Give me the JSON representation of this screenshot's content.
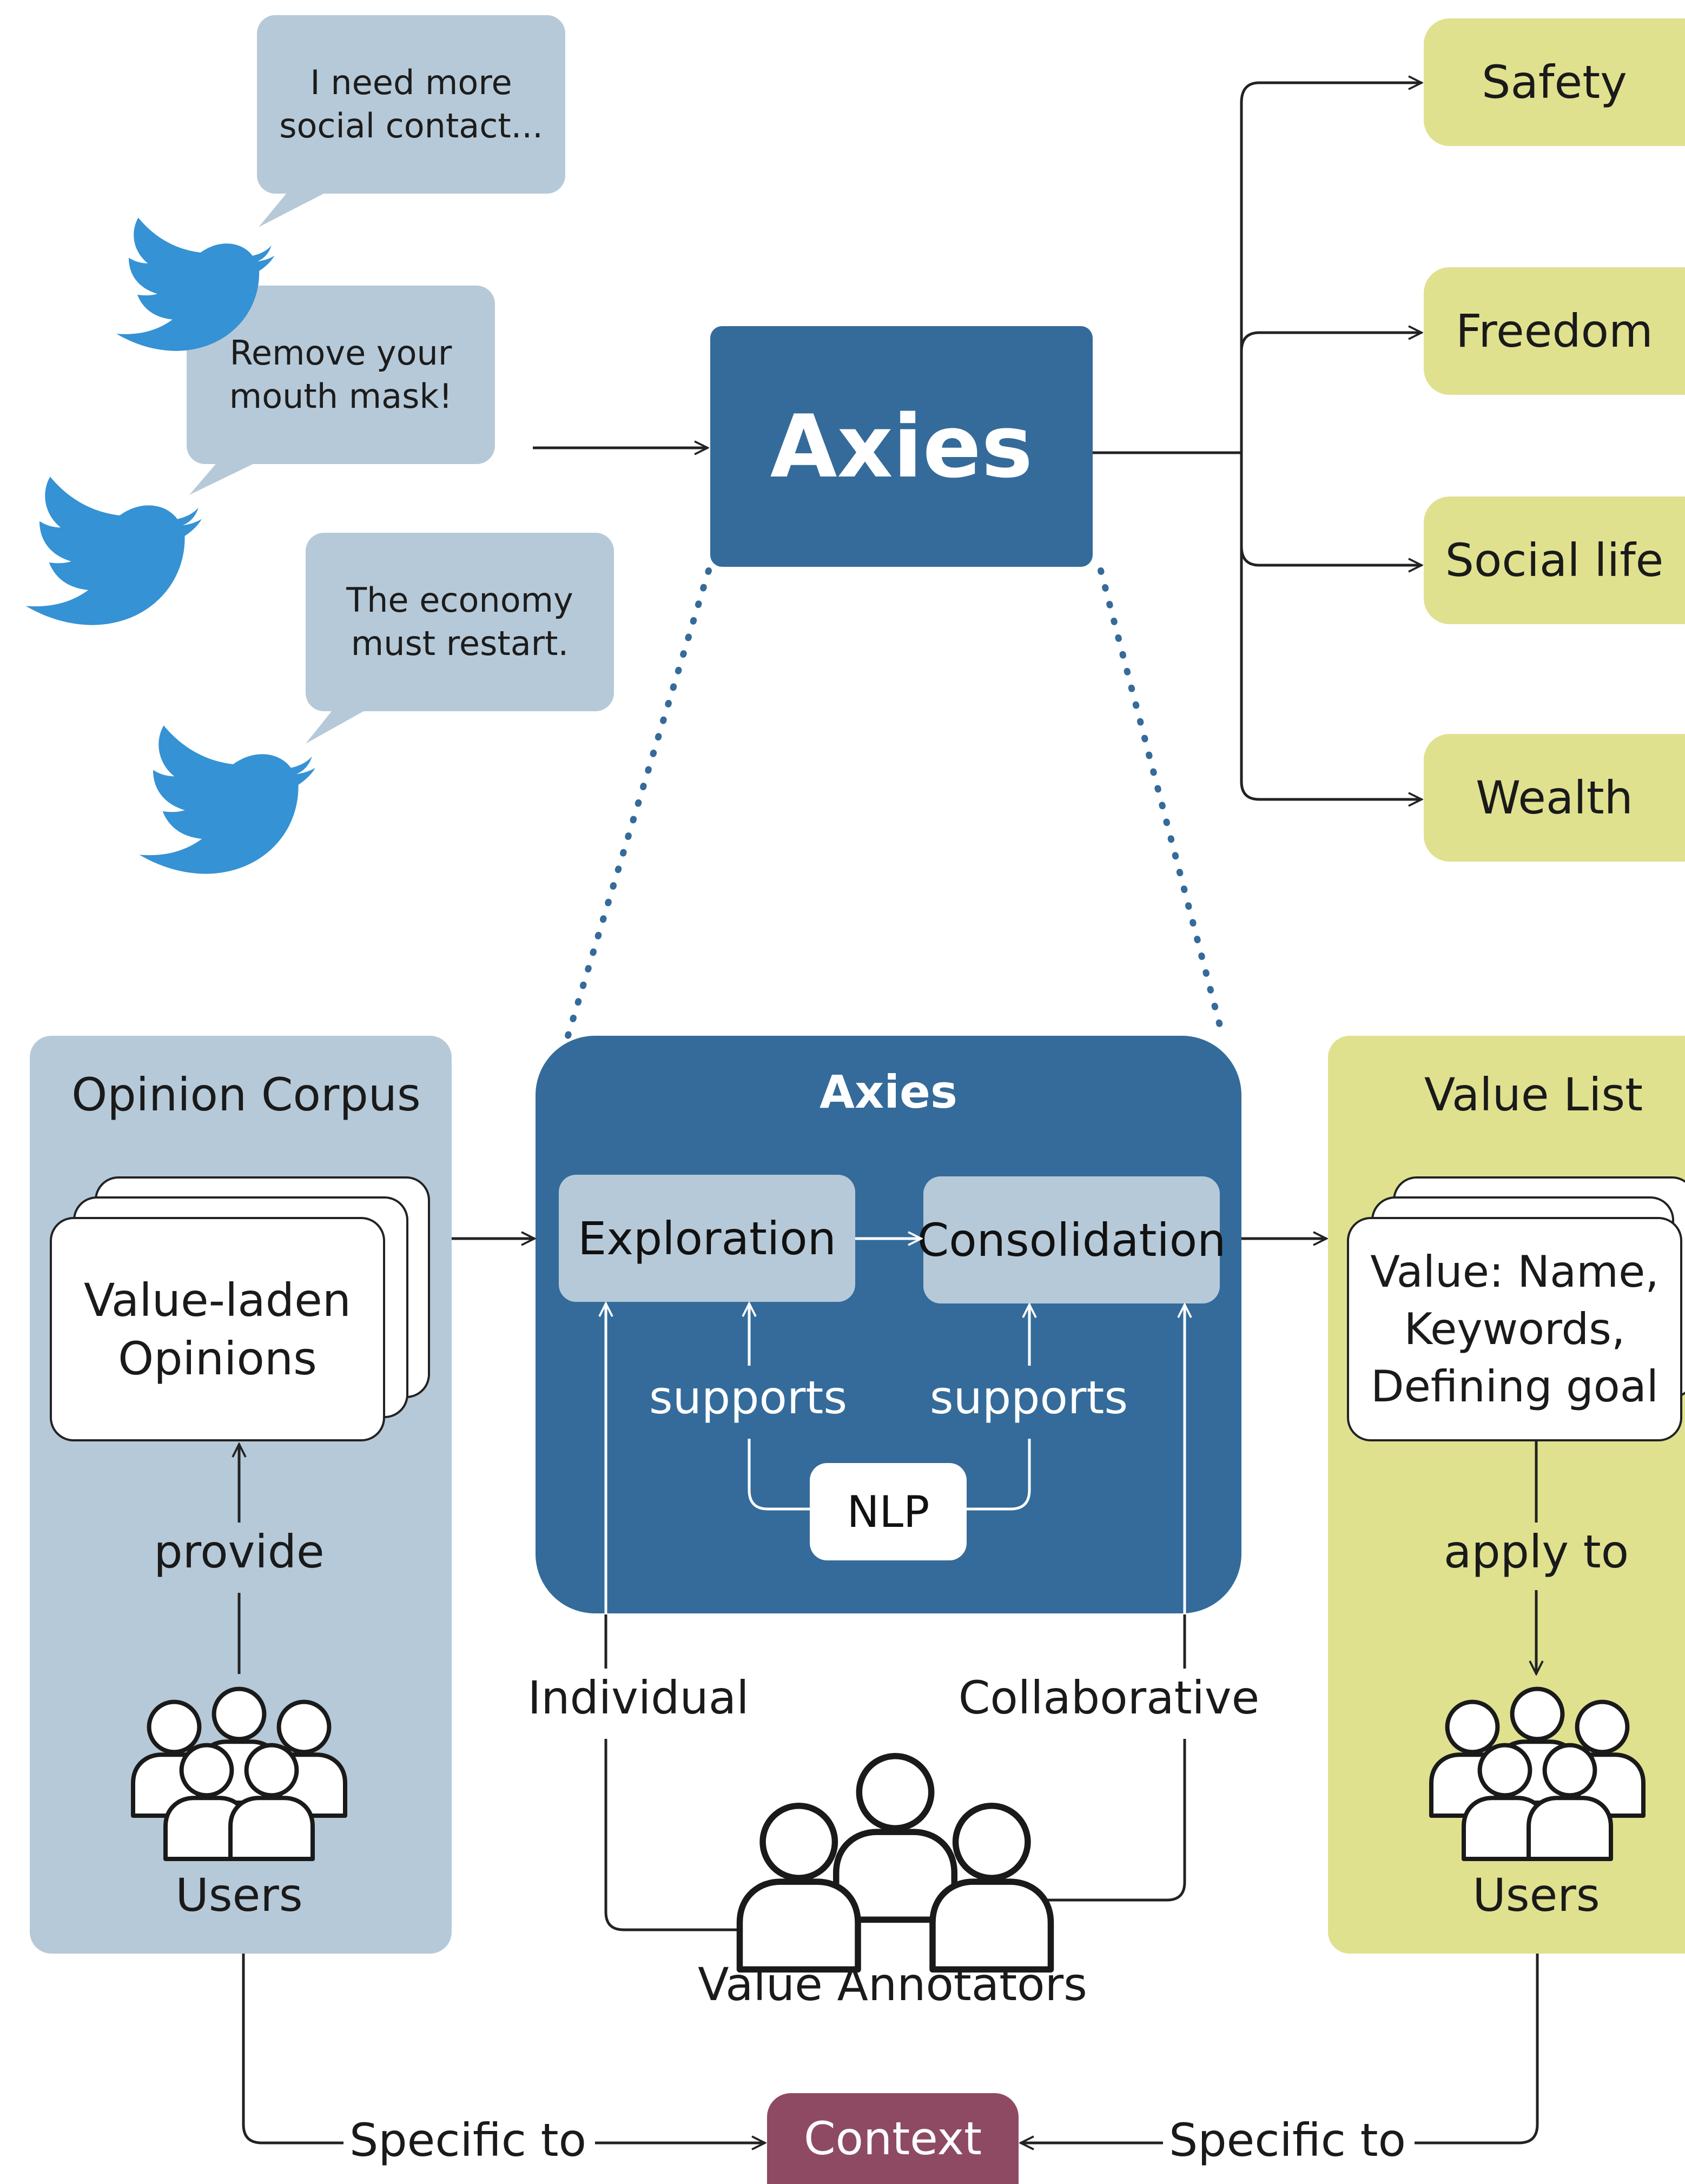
{
  "tweets": [
    "I need more\nsocial contact...",
    "Remove your\nmouth mask!",
    "The economy\nmust restart."
  ],
  "top": {
    "axies_label": "Axies",
    "values": [
      "Safety",
      "Freedom",
      "Social life",
      "Wealth"
    ]
  },
  "opinion_corpus": {
    "title": "Opinion Corpus",
    "card_text": "Value-laden\nOpinions",
    "provide_label": "provide",
    "users_label": "Users"
  },
  "axies_panel": {
    "title": "Axies",
    "exploration": "Exploration",
    "consolidation": "Consolidation",
    "supports_left": "supports",
    "supports_right": "supports",
    "nlp": "NLP",
    "individual": "Individual",
    "collaborative": "Collaborative",
    "annotators": "Value Annotators"
  },
  "value_list": {
    "title": "Value List",
    "card_text": "Value: Name,\nKeywords,\nDefining goal",
    "apply_label": "apply to",
    "users_label": "Users"
  },
  "bottom": {
    "specific_left": "Specific to",
    "specific_right": "Specific to",
    "context": "Context"
  },
  "colors": {
    "light_blue": "#b6c9d8",
    "dark_blue": "#346b9a",
    "light_green": "#dfe18f",
    "context": "#8f4a63",
    "twitter_blue": "#3592d4"
  }
}
